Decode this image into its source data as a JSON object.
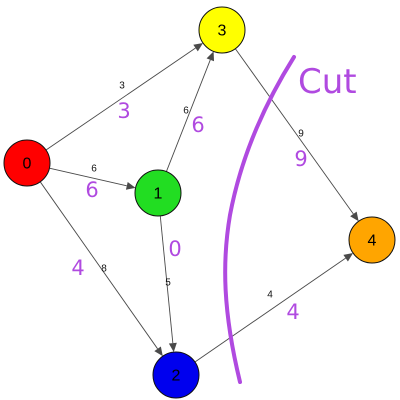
{
  "diagram": {
    "cut_text": "Cut",
    "cut_color": "#b04ae0",
    "nodes": [
      {
        "id": "0",
        "label": "0",
        "color": "#ff0000"
      },
      {
        "id": "1",
        "label": "1",
        "color": "#22dd22"
      },
      {
        "id": "2",
        "label": "2",
        "color": "#0000ee"
      },
      {
        "id": "3",
        "label": "3",
        "color": "#ffff00"
      },
      {
        "id": "4",
        "label": "4",
        "color": "#ffa500"
      }
    ],
    "edges": [
      {
        "from": "0",
        "to": "3",
        "weight": "3",
        "flow": "3"
      },
      {
        "from": "0",
        "to": "1",
        "weight": "6",
        "flow": "6"
      },
      {
        "from": "0",
        "to": "2",
        "weight": "8",
        "flow": "4"
      },
      {
        "from": "1",
        "to": "3",
        "weight": "6",
        "flow": "6"
      },
      {
        "from": "1",
        "to": "2",
        "weight": "5",
        "flow": "0"
      },
      {
        "from": "3",
        "to": "4",
        "weight": "9",
        "flow": "9"
      },
      {
        "from": "2",
        "to": "4",
        "weight": "4",
        "flow": "4"
      }
    ]
  }
}
